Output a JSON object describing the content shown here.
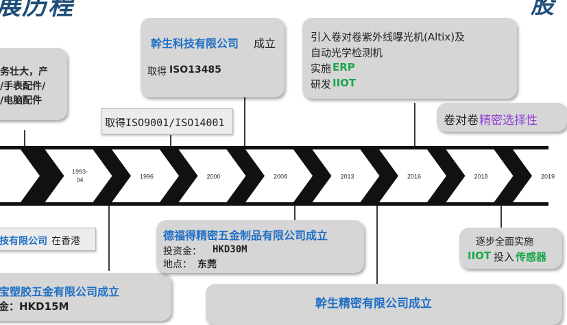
{
  "title": {
    "left_fragment": "展历程",
    "right_fragment": "股"
  },
  "timeline": {
    "years": [
      "1993-94",
      "1996",
      "2000",
      "2008",
      "2013",
      "2016",
      "2018",
      "2019"
    ]
  },
  "top_events": {
    "left_box": {
      "line1": "务壮大，产",
      "line2": "/手表配件/",
      "line3": "/电脑配件"
    },
    "iso9001": {
      "text": "取得ISO9001/ISO14001"
    },
    "gansheng_tech": {
      "company": "幹生科技有限公司",
      "suffix": "成立",
      "iso_prefix": "取得",
      "iso": "ISO13485"
    },
    "altix": {
      "line1": "引入卷对卷紫外线曝光机(Altix)及",
      "line2": "自动光学检测机",
      "erp_prefix": "实施",
      "erp": "ERP",
      "iiot_prefix": "研发",
      "iiot": "IIOT"
    },
    "r2r": {
      "prefix": "卷对卷",
      "highlight": "精密选择性"
    }
  },
  "bottom_events": {
    "hk": {
      "company": "技有限公司",
      "suffix": "在香港"
    },
    "baosu": {
      "company": "宝塑胶五金有限公司成立",
      "invest": "金：HKD15M"
    },
    "defude": {
      "company": "德福得精密五金制品有限公司成立",
      "invest_label": "投资金：",
      "invest": "HKD30M",
      "place_label": "地点：",
      "place": "东莞"
    },
    "gansheng_precision": {
      "company": "幹生精密有限公司成立"
    },
    "iiot_rollout": {
      "line1": "逐步全面实施",
      "iiot": "IIOT",
      "middle": "投入",
      "sensor": "传感器"
    }
  }
}
